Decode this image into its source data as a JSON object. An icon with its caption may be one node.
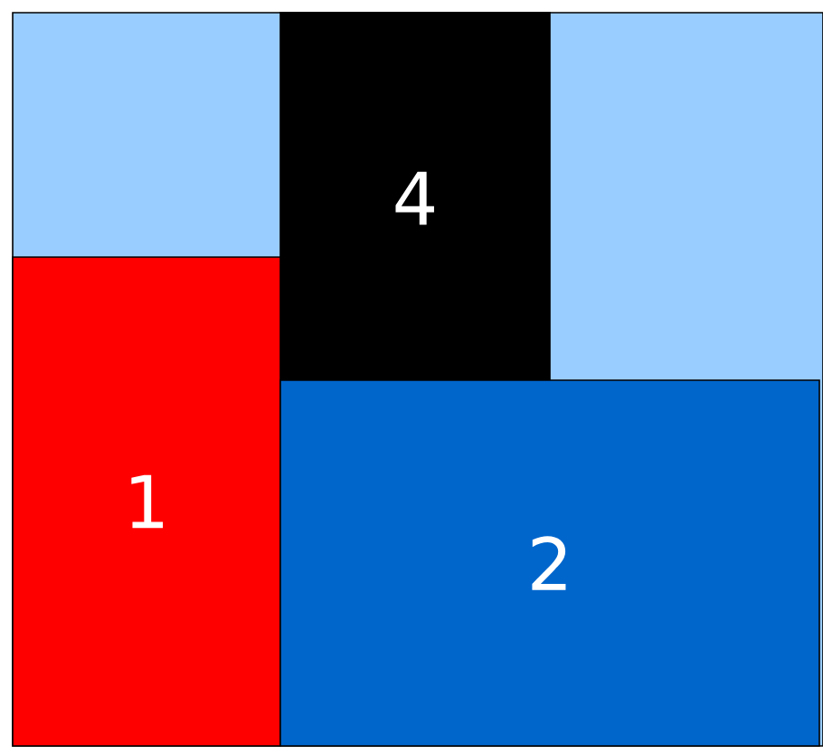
{
  "diagram": {
    "nodes": [
      {
        "text": [],
        "shape": "box"
      },
      {
        "text": [
          "4"
        ],
        "in": 0
      },
      {
        "text": [
          "1"
        ],
        "in": 0
      },
      {
        "text": [
          "2"
        ],
        "in": 0
      }
    ]
  }
}
